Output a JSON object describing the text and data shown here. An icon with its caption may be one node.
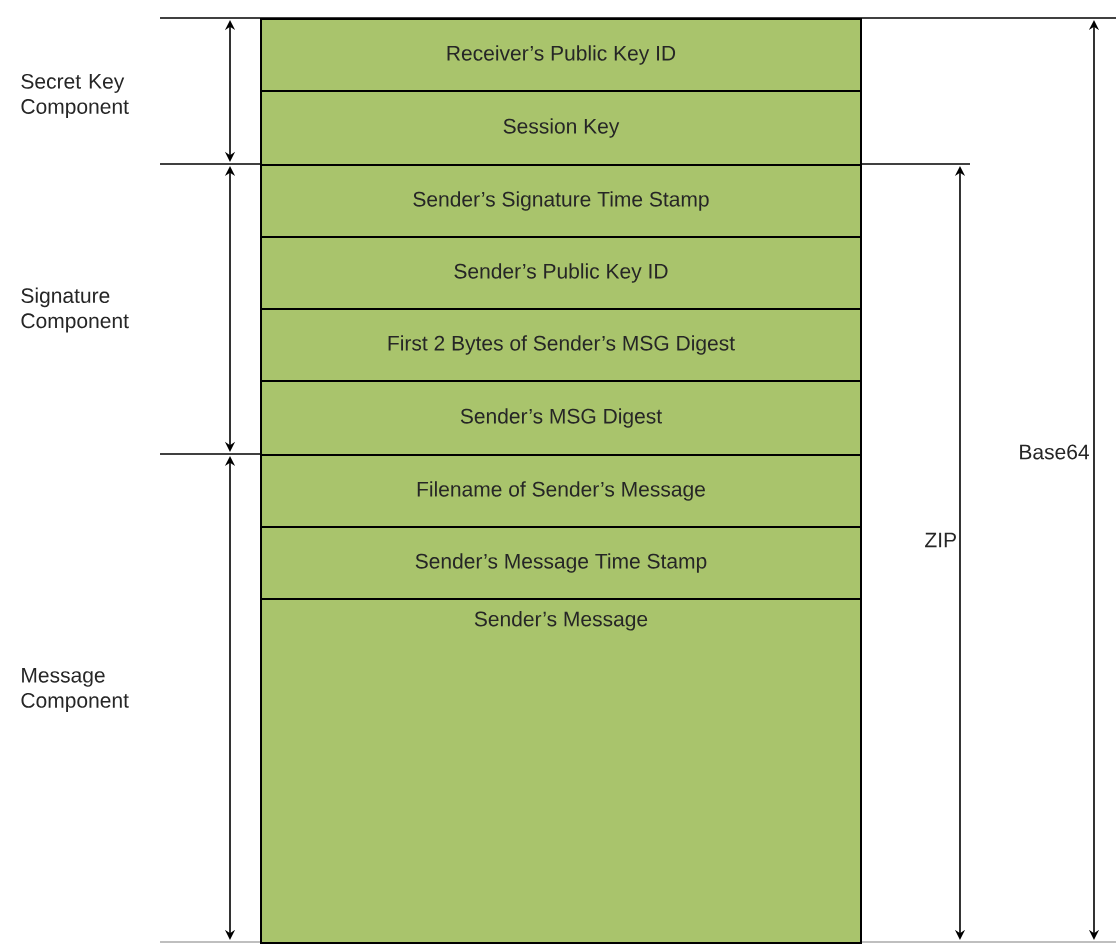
{
  "diagram": {
    "nodes": [
      {
        "text": [
          "Receiver’s Public Key ID"
        ]
      },
      {
        "text": [
          "Session Key"
        ]
      },
      {
        "text": [
          "Sender’s Signature Time Stamp"
        ]
      },
      {
        "text": [
          "Sender’s Public Key ID"
        ]
      },
      {
        "text": [
          "First 2 Bytes of Sender’s MSG Digest"
        ]
      },
      {
        "text": [
          "Sender’s MSG Digest"
        ]
      },
      {
        "text": [
          "Filename of Sender’s Message"
        ]
      },
      {
        "text": [
          "Sender’s Message Time Stamp"
        ]
      },
      {
        "text": [
          "Sender’s Message"
        ]
      }
    ],
    "labels": [
      "Secret Key Component",
      "Signature Component",
      "Message Component",
      "ZIP",
      "Base64"
    ]
  }
}
